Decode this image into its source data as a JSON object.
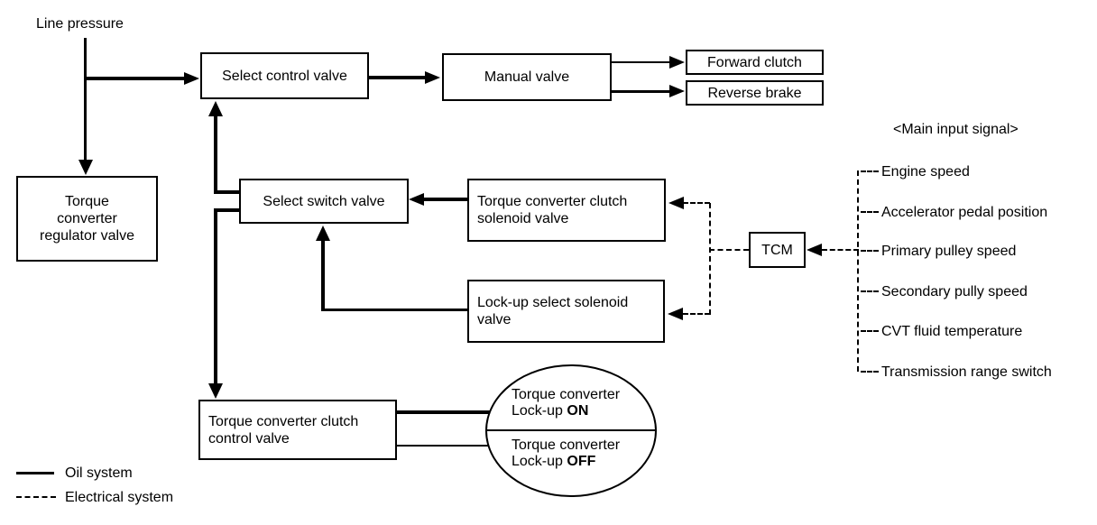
{
  "diagram": {
    "source_label": "Line pressure",
    "nodes": {
      "select_control_valve": "Select control valve",
      "manual_valve": "Manual valve",
      "forward_clutch": "Forward clutch",
      "reverse_brake": "Reverse brake",
      "torque_converter_regulator_valve": "Torque\nconverter\nregulator valve",
      "select_switch_valve": "Select switch valve",
      "torque_converter_clutch_solenoid_valve": "Torque converter clutch\nsolenoid valve",
      "lock_up_select_solenoid_valve": "Lock-up select solenoid\nvalve",
      "tcm": "TCM",
      "torque_converter_clutch_control_valve": "Torque converter clutch\ncontrol valve"
    },
    "lock_up_states": {
      "on_line1": "Torque converter",
      "on_line2": "Lock-up ",
      "on_state": "ON",
      "off_line1": "Torque converter",
      "off_line2": "Lock-up ",
      "off_state": "OFF"
    },
    "main_input": {
      "heading": "<Main input signal>",
      "signals": [
        "Engine speed",
        "Accelerator pedal position",
        "Primary pulley speed",
        "Secondary pully speed",
        "CVT fluid temperature",
        "Transmission range switch"
      ]
    },
    "legend": [
      {
        "style": "solid",
        "label": "Oil system"
      },
      {
        "style": "dashed",
        "label": "Electrical system"
      }
    ],
    "colors": {
      "ink": "#000000",
      "background": "#ffffff"
    }
  }
}
